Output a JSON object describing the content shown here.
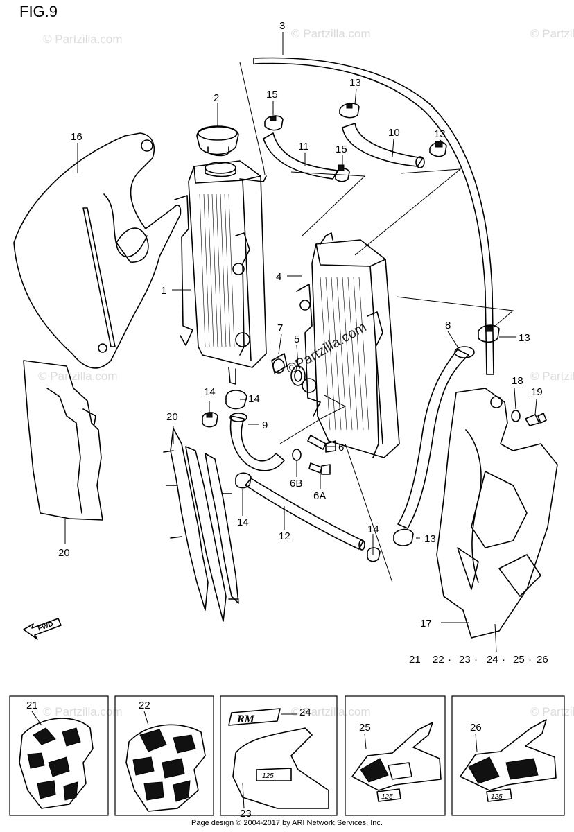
{
  "figure": {
    "title": "FIG.9"
  },
  "watermarks": {
    "text": "© Partzilla.com",
    "center_text": "©Partzilla.com"
  },
  "direction_marker": {
    "label": "FWD"
  },
  "callouts": [
    {
      "id": "c3",
      "label": "3"
    },
    {
      "id": "c2",
      "label": "2"
    },
    {
      "id": "c15a",
      "label": "15"
    },
    {
      "id": "c13a",
      "label": "13"
    },
    {
      "id": "c16",
      "label": "16"
    },
    {
      "id": "c11",
      "label": "11"
    },
    {
      "id": "c10",
      "label": "10"
    },
    {
      "id": "c13b",
      "label": "13"
    },
    {
      "id": "c15b",
      "label": "15"
    },
    {
      "id": "c1",
      "label": "1"
    },
    {
      "id": "c4",
      "label": "4"
    },
    {
      "id": "c7",
      "label": "7"
    },
    {
      "id": "c5",
      "label": "5"
    },
    {
      "id": "c8",
      "label": "8"
    },
    {
      "id": "c13c",
      "label": "13"
    },
    {
      "id": "c14a",
      "label": "14"
    },
    {
      "id": "c14b",
      "label": "14"
    },
    {
      "id": "c18",
      "label": "18"
    },
    {
      "id": "c19",
      "label": "19"
    },
    {
      "id": "c20a",
      "label": "20"
    },
    {
      "id": "c9",
      "label": "9"
    },
    {
      "id": "c6",
      "label": "6"
    },
    {
      "id": "c6b",
      "label": "6B"
    },
    {
      "id": "c6a",
      "label": "6A"
    },
    {
      "id": "c14c",
      "label": "14"
    },
    {
      "id": "c12",
      "label": "12"
    },
    {
      "id": "c14d",
      "label": "14"
    },
    {
      "id": "c13d",
      "label": "13"
    },
    {
      "id": "c20b",
      "label": "20"
    },
    {
      "id": "c17",
      "label": "17"
    },
    {
      "id": "c21a",
      "label": "21"
    },
    {
      "id": "c22a",
      "label": "22"
    },
    {
      "id": "c23a",
      "label": "23"
    },
    {
      "id": "c24a",
      "label": "24"
    },
    {
      "id": "c25a",
      "label": "25"
    },
    {
      "id": "c26a",
      "label": "26"
    },
    {
      "id": "c21b",
      "label": "21"
    },
    {
      "id": "c22b",
      "label": "22"
    },
    {
      "id": "c24b",
      "label": "24"
    },
    {
      "id": "c23b",
      "label": "23"
    },
    {
      "id": "c25b",
      "label": "25"
    },
    {
      "id": "c26b",
      "label": "26"
    }
  ],
  "ref_separators": {
    "sep1": "·",
    "sep2": "·",
    "sep3": "·",
    "sep4": "·"
  },
  "decal_text": {
    "rm_logo": "RM",
    "size_badge_23": "125",
    "size_badge_25": "125",
    "size_badge_26": "125"
  },
  "footer": {
    "text": "Page design © 2004-2017 by ARI Network Services, Inc."
  }
}
